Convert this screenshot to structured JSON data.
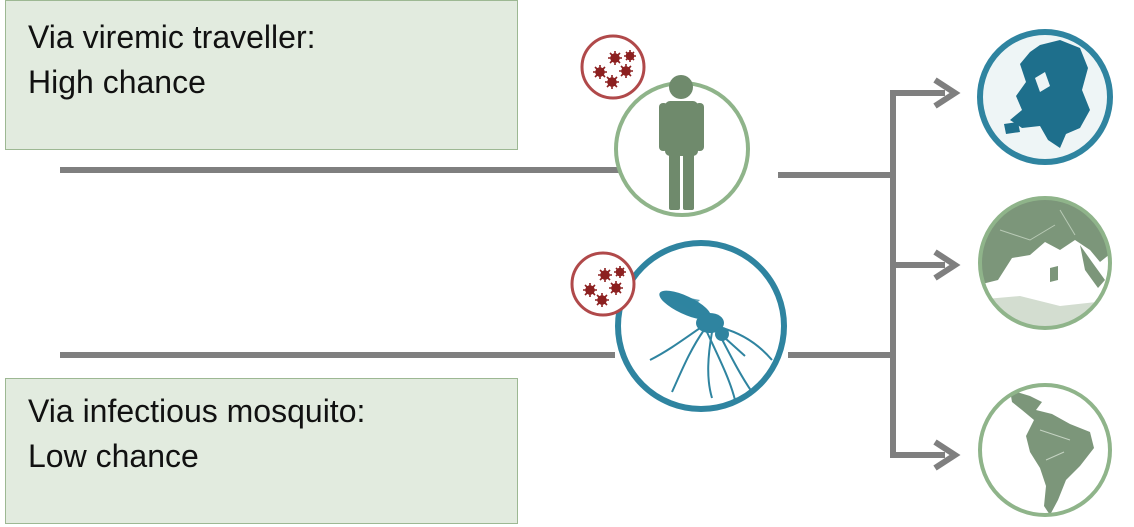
{
  "routes": {
    "traveller": {
      "line1": "Via viremic traveller:",
      "line2": "High chance"
    },
    "mosquito": {
      "line1": "Via infectious mosquito:",
      "line2": "Low chance"
    }
  },
  "colors": {
    "line": "#7f7f7f",
    "green_ring": "#8fb48a",
    "blue_ring": "#2f84a0",
    "person": "#6f8a6c",
    "virus_ring": "#b0494a",
    "virus": "#8c2020",
    "box_fill": "#e2ebdf",
    "box_border": "#9db893",
    "netherlands": "#1e6f8c",
    "map_land": "#7c967a"
  },
  "icons": [
    "virus-icon",
    "person-icon",
    "mosquito-icon",
    "netherlands-map-icon",
    "europe-map-icon",
    "south-america-map-icon",
    "arrow-icon"
  ]
}
